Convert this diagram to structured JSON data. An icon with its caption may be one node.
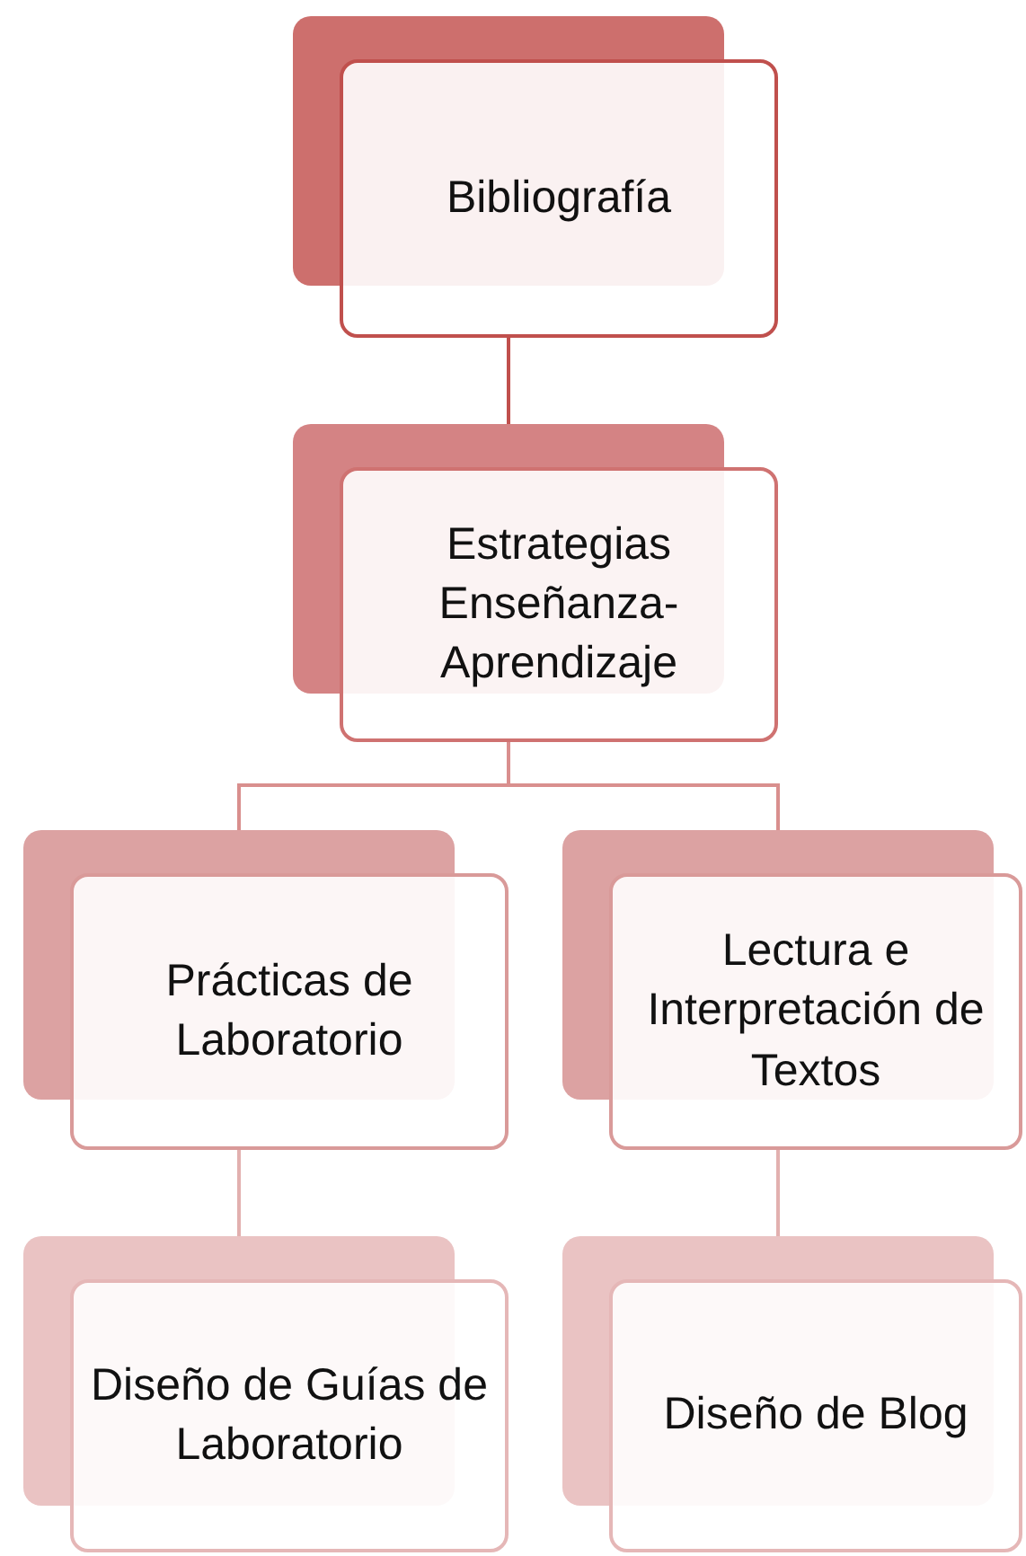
{
  "diagram": {
    "nodes": [
      {
        "text": [
          "Bibliografía"
        ]
      },
      {
        "text": [
          "Estrategias Enseñanza-Aprendizaje"
        ]
      },
      {
        "text": [
          "Prácticas de Laboratorio"
        ]
      },
      {
        "text": [
          "Lectura e Interpretación de Textos"
        ]
      },
      {
        "text": [
          "Diseño de Guías de Laboratorio"
        ]
      },
      {
        "text": [
          "Diseño de Blog"
        ]
      }
    ],
    "edges": [
      {
        "from": 0,
        "to": 1,
        "arrow": "none"
      },
      {
        "from": 1,
        "to": 2,
        "arrow": "none"
      },
      {
        "from": 1,
        "to": 3,
        "arrow": "none"
      },
      {
        "from": 2,
        "to": 4,
        "arrow": "none"
      },
      {
        "from": 3,
        "to": 5,
        "arrow": "none"
      }
    ]
  }
}
